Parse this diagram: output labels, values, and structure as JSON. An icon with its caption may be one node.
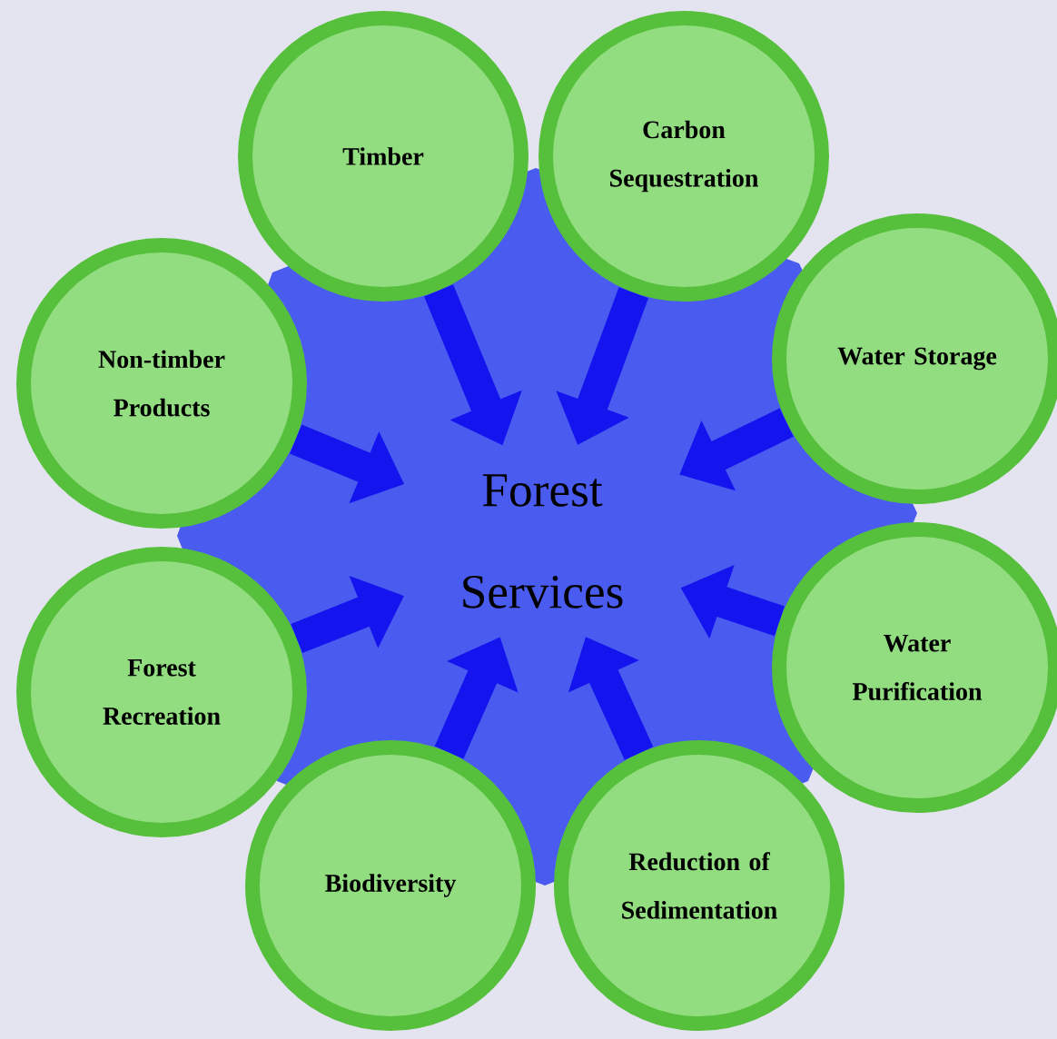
{
  "diagram": {
    "nodes": [
      {
        "text": [
          "Forest Services"
        ]
      },
      {
        "text": [
          "Timber"
        ]
      },
      {
        "text": [
          "Carbon Sequestration"
        ]
      },
      {
        "text": [
          "Water Storage"
        ]
      },
      {
        "text": [
          "Water Purification"
        ]
      },
      {
        "text": [
          "Reduction of Sedimentation"
        ]
      },
      {
        "text": [
          "Biodiversity"
        ]
      },
      {
        "text": [
          "Forest Recreation"
        ]
      },
      {
        "text": [
          "Non-timber Products"
        ]
      }
    ],
    "edges": [
      {
        "from": 1,
        "to": 0,
        "arrow": "to"
      },
      {
        "from": 2,
        "to": 0,
        "arrow": "to"
      },
      {
        "from": 3,
        "to": 0,
        "arrow": "to"
      },
      {
        "from": 4,
        "to": 0,
        "arrow": "to"
      },
      {
        "from": 5,
        "to": 0,
        "arrow": "to"
      },
      {
        "from": 6,
        "to": 0,
        "arrow": "to"
      },
      {
        "from": 7,
        "to": 0,
        "arrow": "to"
      },
      {
        "from": 8,
        "to": 0,
        "arrow": "to"
      }
    ]
  }
}
